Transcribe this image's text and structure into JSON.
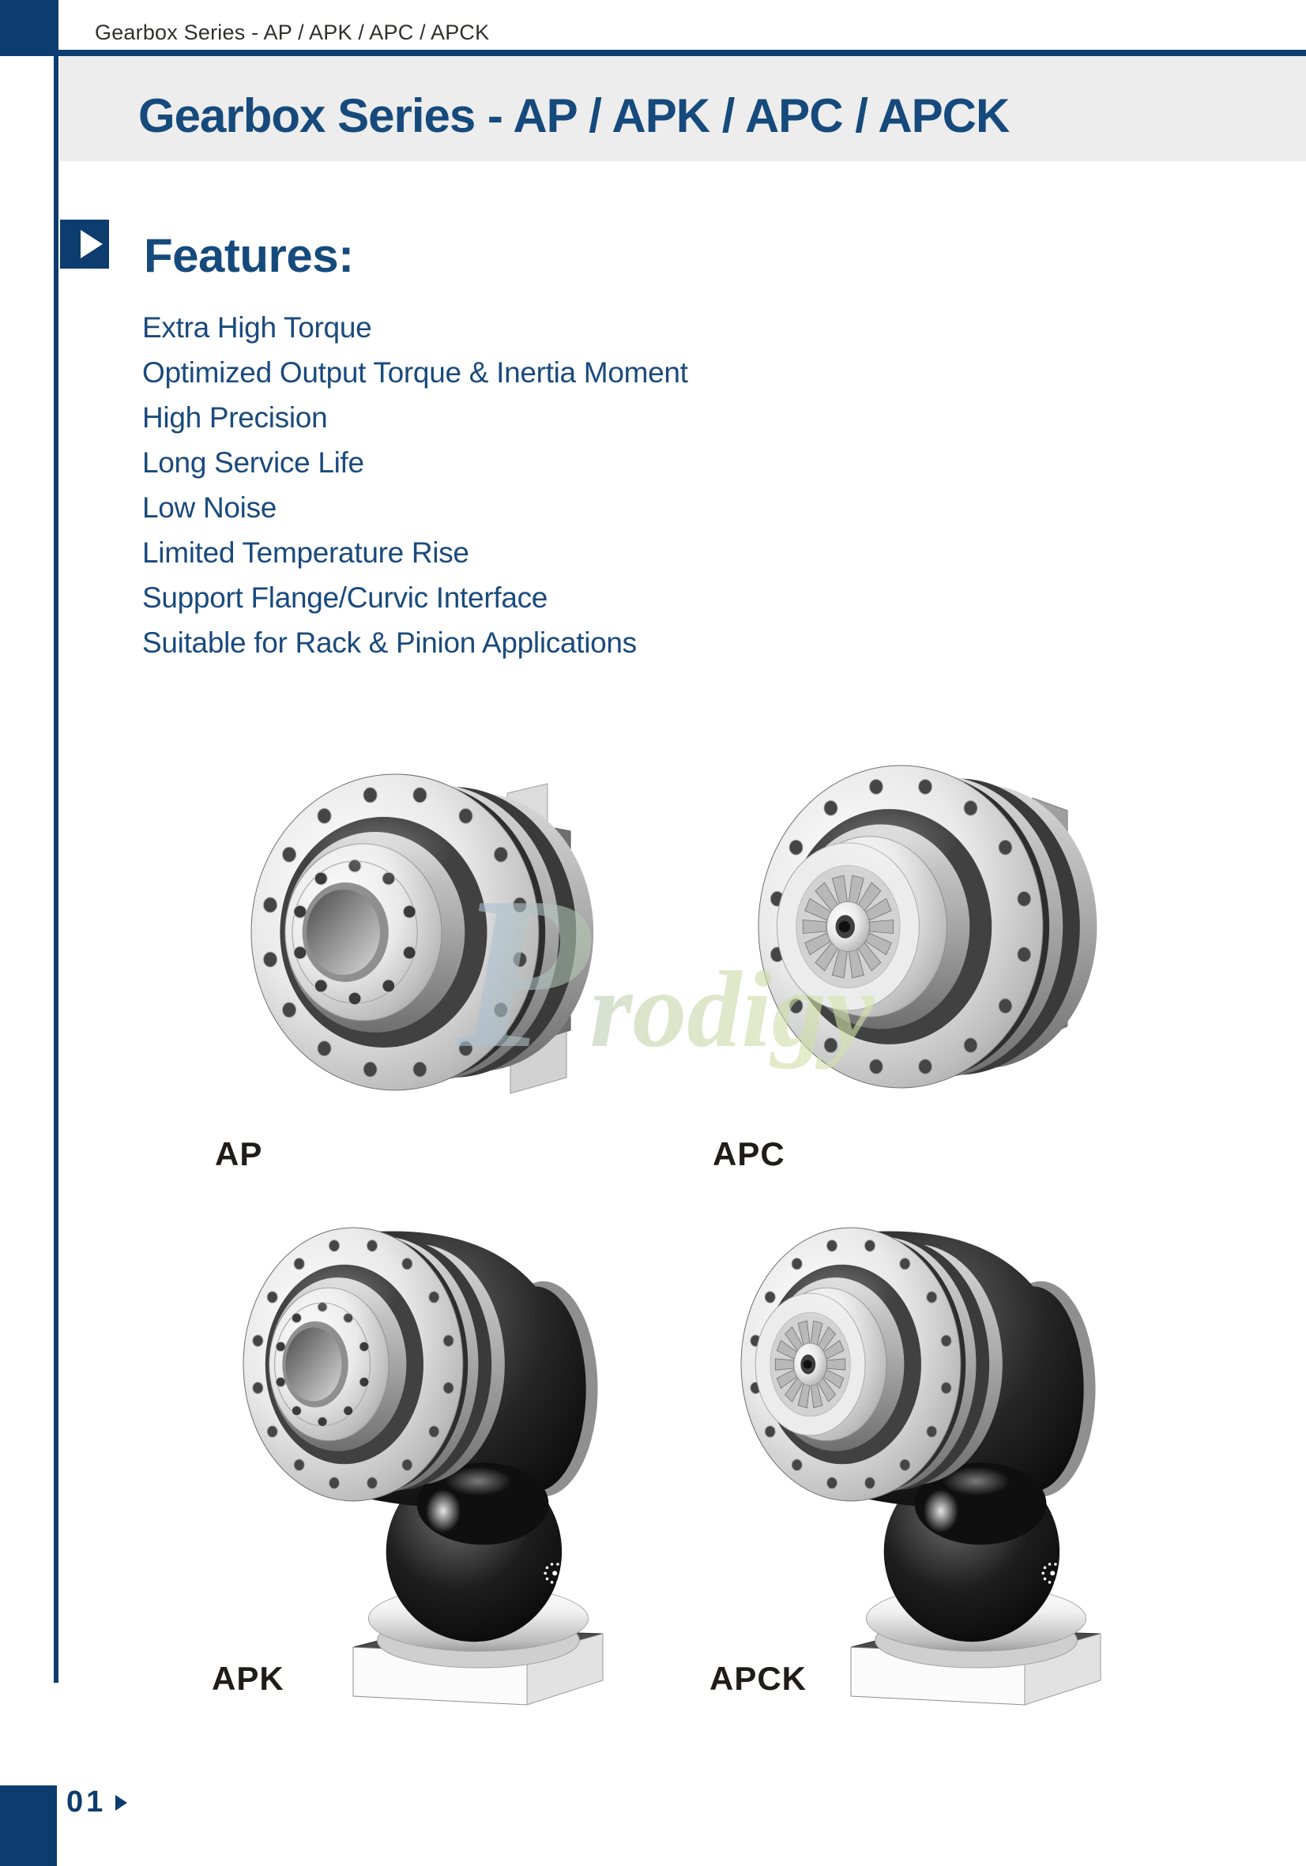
{
  "header": {
    "breadcrumb": "Gearbox Series - AP / APK / APC / APCK"
  },
  "banner": {
    "title": "Gearbox Series - AP / APK / APC / APCK"
  },
  "features": {
    "heading": "Features:",
    "items": [
      "Extra High Torque",
      "Optimized Output Torque & Inertia Moment",
      "High Precision",
      "Long Service Life",
      "Low Noise",
      "Limited Temperature Rise",
      "Support Flange/Curvic Interface",
      "Suitable for Rack & Pinion Applications"
    ]
  },
  "products": [
    {
      "id": "ap",
      "label": "AP"
    },
    {
      "id": "apc",
      "label": "APC"
    },
    {
      "id": "apk",
      "label": "APK"
    },
    {
      "id": "apck",
      "label": "APCK"
    }
  ],
  "watermark": "Prodigy",
  "footer": {
    "page_number": "01"
  },
  "icons": {
    "features_marker": "arrow-right-icon",
    "footer_arrow": "arrow-right-icon"
  },
  "colors": {
    "navy": "#0d3c6e",
    "title_blue": "#164a7c",
    "feature_blue": "#1a4a7d",
    "banner_gray": "#ededed",
    "label_black": "#1f1c19",
    "breadcrumb_text": "#32302c"
  }
}
